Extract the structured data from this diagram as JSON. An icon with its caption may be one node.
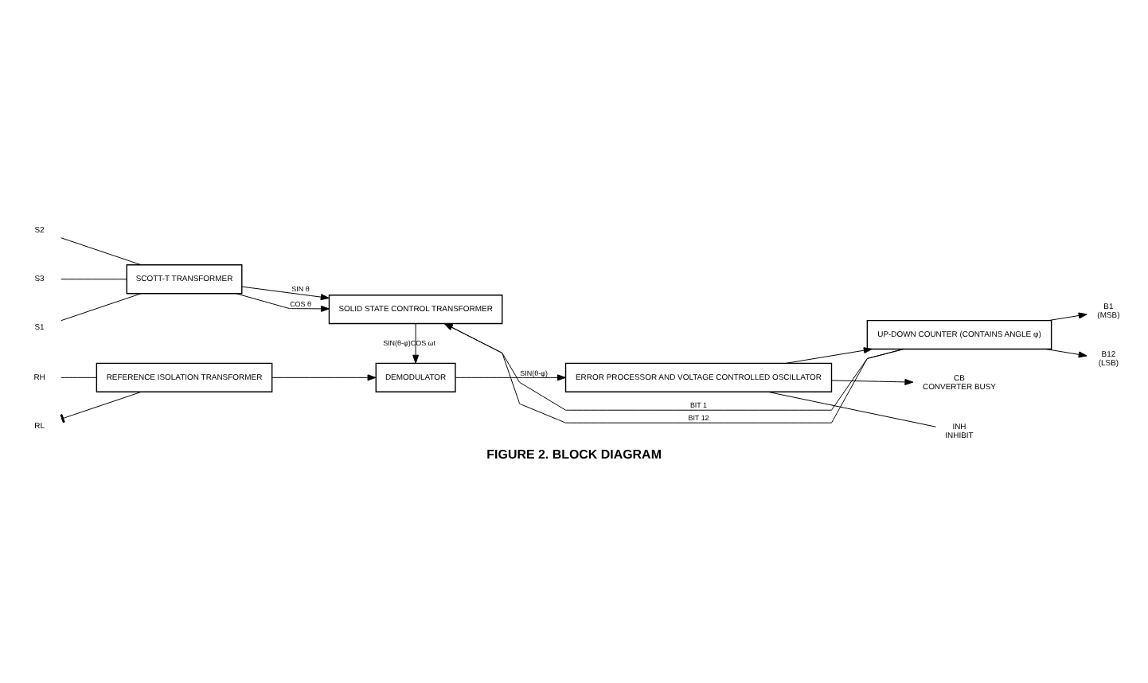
{
  "diagram": {
    "caption": "FIGURE 2. BLOCK DIAGRAM",
    "nodes": [
      {
        "text": [
          "RH"
        ]
      },
      {
        "text": [
          "RL"
        ]
      },
      {
        "text": [
          "REFERENCE ISOLATION TRANSFORMER"
        ]
      },
      {
        "text": [
          "DEMODULATOR"
        ]
      },
      {
        "text": [
          "ERROR PROCESSOR AND VOLTAGE CONTROLLED OSCILLATOR"
        ]
      },
      {
        "text": [
          "INH",
          "INHIBIT"
        ]
      },
      {
        "text": [
          "CB",
          "CONVERTER BUSY"
        ]
      },
      {
        "text": [
          "S1"
        ]
      },
      {
        "text": [
          "S2"
        ]
      },
      {
        "text": [
          "S3"
        ]
      },
      {
        "text": [
          "SCOTT-T TRANSFORMER"
        ]
      },
      {
        "text": [
          "SOLID STATE CONTROL TRANSFORMER"
        ]
      },
      {
        "text": [
          "UP-DOWN COUNTER (CONTAINS ANGLE φ)"
        ]
      },
      {
        "text": [
          "B1",
          "(MSB)"
        ]
      },
      {
        "text": [
          "B12",
          "(LSB)"
        ]
      }
    ],
    "edges": [
      {
        "from": 0,
        "to": 2,
        "arrow": "none"
      },
      {
        "from": 1,
        "to": 2,
        "arrow": "other"
      },
      {
        "from": 2,
        "to": 3,
        "arrow": "to"
      },
      {
        "from": 3,
        "to": 4,
        "arrow": "to",
        "label": "SIN(θ-φ)"
      },
      {
        "from": 5,
        "to": 4,
        "arrow": "none"
      },
      {
        "from": 4,
        "to": 6,
        "arrow": "to"
      },
      {
        "from": 7,
        "to": 10,
        "arrow": "none"
      },
      {
        "from": 8,
        "to": 10,
        "arrow": "none"
      },
      {
        "from": 9,
        "to": 10,
        "arrow": "none"
      },
      {
        "from": 10,
        "to": 11,
        "arrow": "to",
        "label": "SIN θ"
      },
      {
        "from": 10,
        "to": 11,
        "arrow": "to",
        "label": "COS θ"
      },
      {
        "from": 11,
        "to": 3,
        "arrow": "to",
        "label": "SIN(θ-φ)COS ωt"
      },
      {
        "from": 4,
        "to": 12,
        "arrow": "to"
      },
      {
        "from": 12,
        "to": 11,
        "arrow": "to",
        "label": "BIT 1"
      },
      {
        "from": 12,
        "to": 11,
        "arrow": "to",
        "label": "BIT 12"
      },
      {
        "from": 12,
        "to": 13,
        "arrow": "to"
      },
      {
        "from": 12,
        "to": 14,
        "arrow": "to"
      }
    ]
  }
}
